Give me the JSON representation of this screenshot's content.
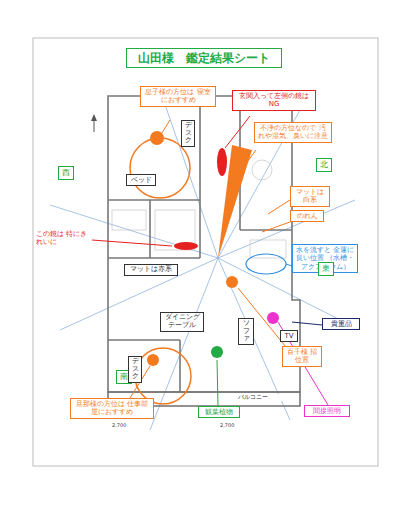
{
  "diagram": {
    "nodes": [
      {
        "text": [
          "山田様　鑑定結果シート"
        ]
      },
      {
        "text": [
          "息子様の方位は 寝室におすすめ"
        ]
      },
      {
        "text": [
          "玄関入って左側の鏡はNG"
        ]
      },
      {
        "text": [
          "北"
        ]
      },
      {
        "text": [
          "デスク"
        ]
      },
      {
        "text": [
          "ベッド"
        ]
      },
      {
        "text": [
          "不浄の方位なので 汚れや湿気、臭いに注意"
        ]
      },
      {
        "text": [
          "西"
        ]
      },
      {
        "text": [
          "マットは 白系"
        ]
      },
      {
        "text": [
          "のれん"
        ]
      },
      {
        "text": [
          "マットは赤系"
        ]
      },
      {
        "text": [
          "水を流すと 金運に良い位置 （水槽・アクアリウム）"
        ]
      },
      {
        "text": [
          "東"
        ]
      },
      {
        "text": [
          "貴重品"
        ]
      },
      {
        "text": [
          "ダイニング テーブル"
        ]
      },
      {
        "text": [
          "ソファ"
        ]
      },
      {
        "text": [
          "TV"
        ]
      },
      {
        "text": [
          "百千様 招位置"
        ]
      },
      {
        "text": [
          "南"
        ]
      },
      {
        "text": [
          "デスク"
        ]
      },
      {
        "text": [
          "旦那様の方位は 仕事部屋におすすめ"
        ]
      },
      {
        "text": [
          "観葉植物"
        ]
      },
      {
        "text": [
          "間接照明"
        ]
      }
    ],
    "labels": [
      "この鏡は 特にきれいに",
      "バルコニー",
      "2,700",
      "2,700"
    ]
  }
}
